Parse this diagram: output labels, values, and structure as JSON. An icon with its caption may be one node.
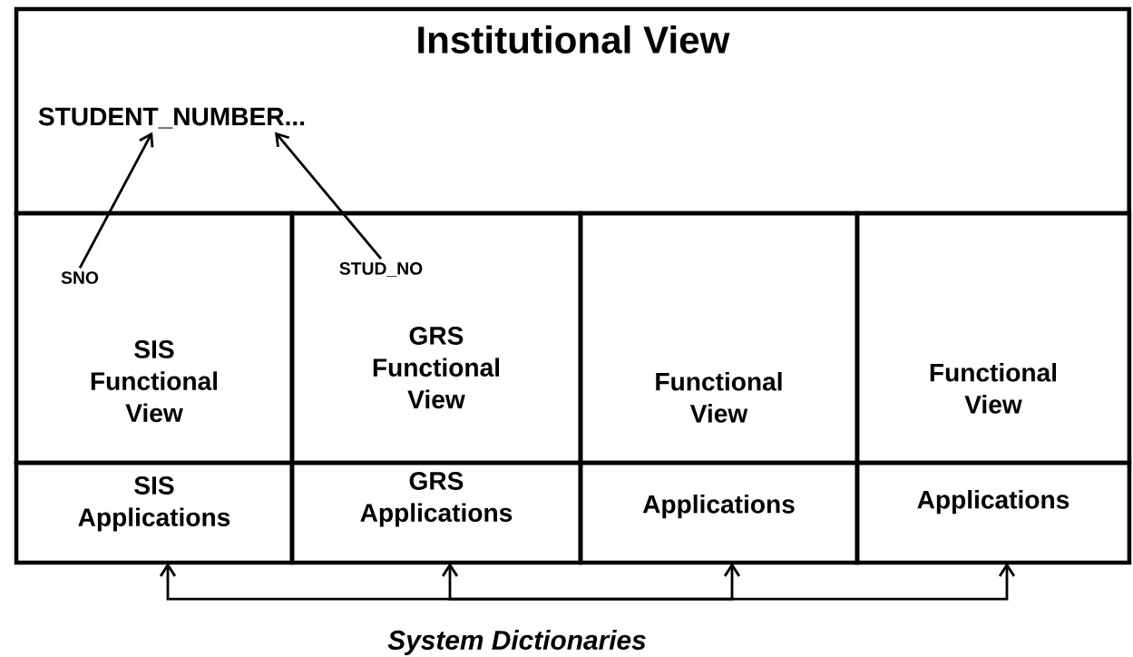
{
  "diagram": {
    "nodes": [
      {
        "text": [
          "Institutional View"
        ]
      },
      {
        "text": [
          "STUDENT_NUMBER..."
        ],
        "in": 0
      },
      {
        "text": [
          "SIS Functional View"
        ]
      },
      {
        "text": [
          "SNO"
        ],
        "in": 2
      },
      {
        "text": [
          "GRS Functional View"
        ]
      },
      {
        "text": [
          "STUD_NO"
        ],
        "in": 4
      },
      {
        "text": [
          "Functional View"
        ]
      },
      {
        "text": [
          "Functional View"
        ]
      },
      {
        "text": [
          "SIS Applications"
        ]
      },
      {
        "text": [
          "GRS Applications"
        ]
      },
      {
        "text": [
          "Applications"
        ]
      },
      {
        "text": [
          "Applications"
        ]
      },
      {
        "text": [
          "System Dictionaries"
        ]
      }
    ],
    "edges": [
      {
        "from": 3,
        "to": 1,
        "arrow": "to"
      },
      {
        "from": 5,
        "to": 1,
        "arrow": "to"
      },
      {
        "from": 12,
        "to": 8,
        "arrow": "to"
      },
      {
        "from": 12,
        "to": 9,
        "arrow": "to"
      },
      {
        "from": 12,
        "to": 10,
        "arrow": "to"
      },
      {
        "from": 12,
        "to": 11,
        "arrow": "to"
      }
    ]
  }
}
